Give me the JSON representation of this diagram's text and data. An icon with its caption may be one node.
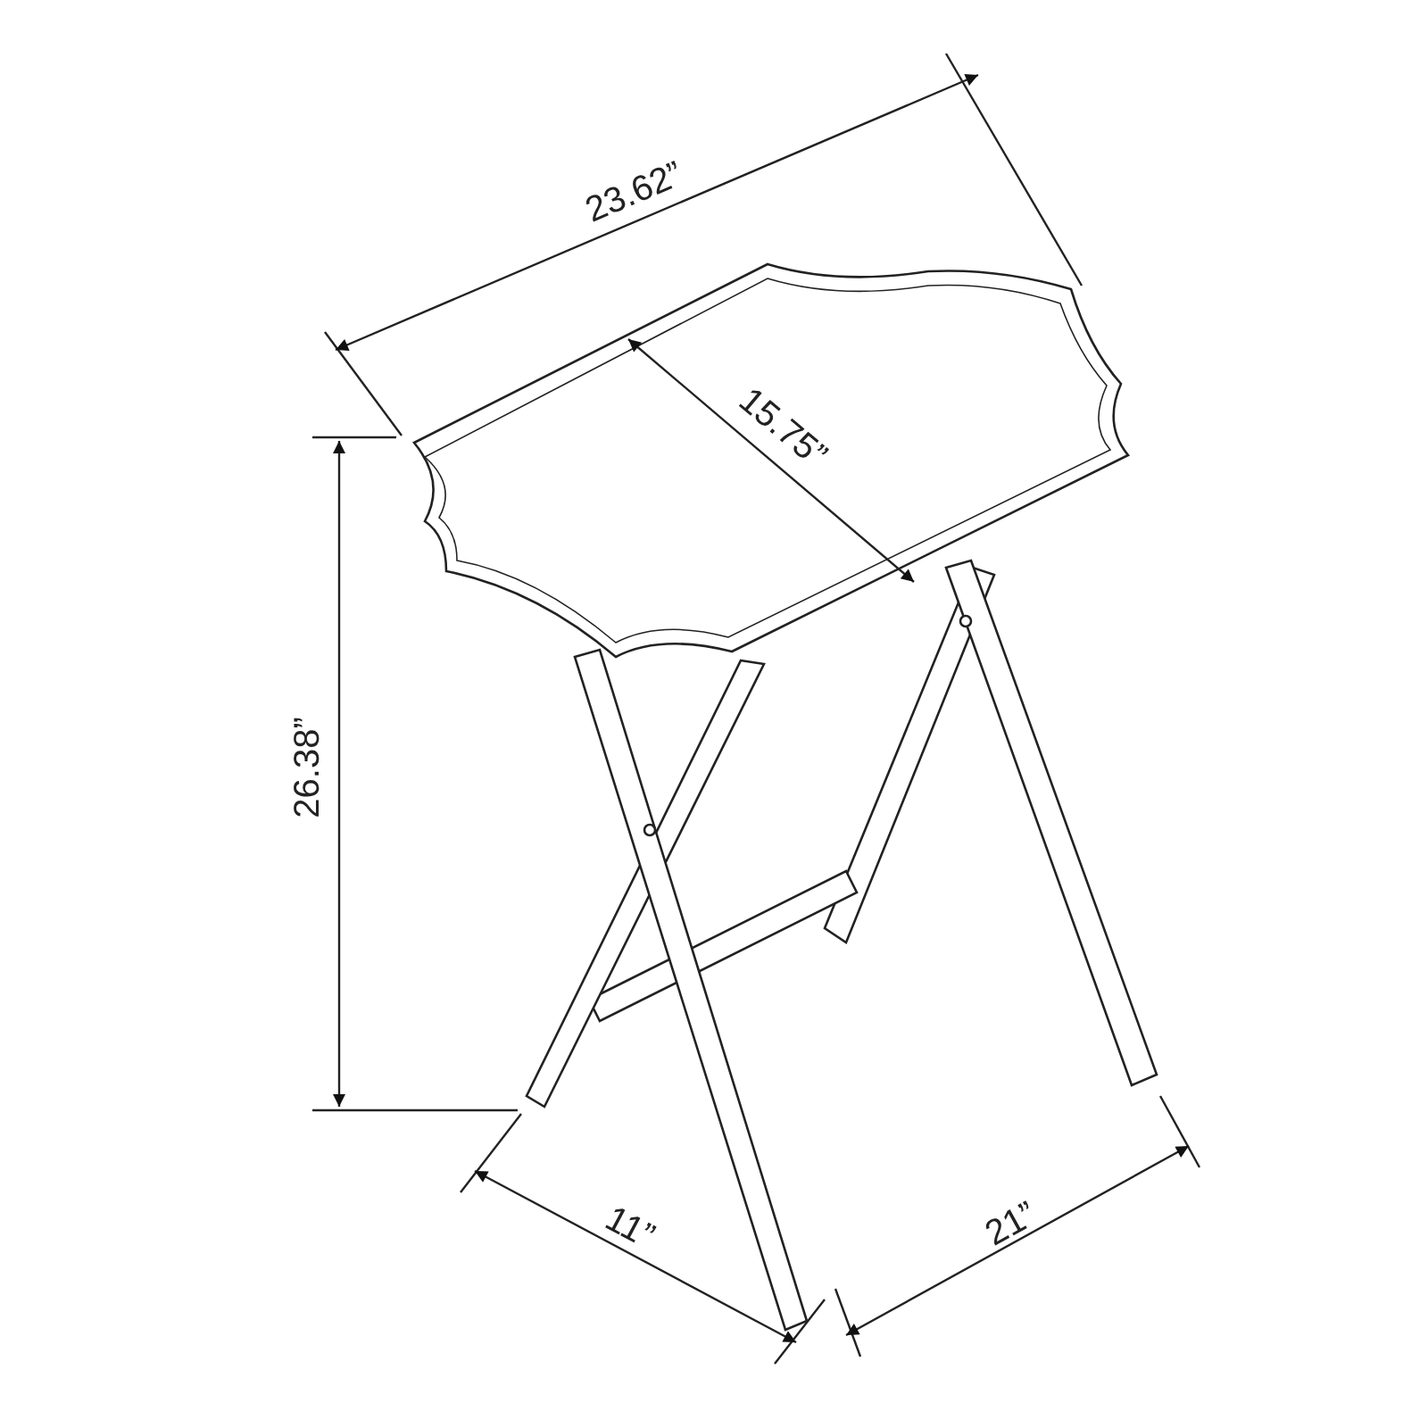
{
  "diagram": {
    "labels": [
      "23.62”",
      "15.75”",
      "26.38”",
      "11”",
      "21”"
    ]
  }
}
